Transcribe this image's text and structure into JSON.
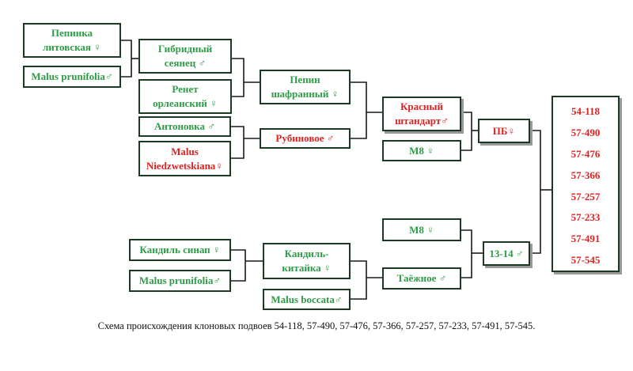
{
  "colors": {
    "green_text": "#2e9c47",
    "red_text": "#dd2222",
    "border": "#1a3a22",
    "line": "#1a1a1a"
  },
  "nodes": {
    "pepinka_litovskaya": {
      "lines": [
        "Пепинка",
        "литовская ♀"
      ],
      "color": "green"
    },
    "malus_prunifolia_1": {
      "lines": [
        "Malus prunifolia♂"
      ],
      "color": "green"
    },
    "gibridny_seyanets": {
      "lines": [
        "Гибридный",
        "сеянец ♂"
      ],
      "color": "green"
    },
    "renet_orleansky": {
      "lines": [
        "Ренет",
        "орлеанский ♀"
      ],
      "color": "green"
    },
    "antonovka": {
      "lines": [
        "Антоновка ♂"
      ],
      "color": "green"
    },
    "malus_niedzwetskiana": {
      "lines": [
        "Malus",
        "Niedzwetskiana♀"
      ],
      "color": "red"
    },
    "pepin_shafranny": {
      "lines": [
        "Пепин",
        "шафранный ♀"
      ],
      "color": "green"
    },
    "rubinovoe": {
      "lines": [
        "Рубиновое ♂"
      ],
      "color": "red"
    },
    "krasny_shtandart": {
      "lines": [
        "Красный",
        "штандарт♂"
      ],
      "color": "red"
    },
    "m8_1": {
      "lines": [
        "М8 ♀"
      ],
      "color": "green"
    },
    "pb": {
      "lines": [
        "ПБ♀"
      ],
      "color": "red"
    },
    "m8_2": {
      "lines": [
        "М8 ♀"
      ],
      "color": "green"
    },
    "kandil_sinap": {
      "lines": [
        "Кандиль синап ♀"
      ],
      "color": "green"
    },
    "malus_prunifolia_2": {
      "lines": [
        "Malus prunifolia♂"
      ],
      "color": "green"
    },
    "kandil_kitayka": {
      "lines": [
        "Кандиль-",
        "китайка ♀"
      ],
      "color": "green"
    },
    "malus_baccata": {
      "lines": [
        "Malus boccata♂"
      ],
      "color": "green"
    },
    "tayozhnoe": {
      "lines": [
        "Таёжное ♂"
      ],
      "color": "green"
    },
    "n13_14": {
      "lines": [
        "13-14 ♂"
      ],
      "color": "green"
    }
  },
  "clones": [
    "54-118",
    "57-490",
    "57-476",
    "57-366",
    "57-257",
    "57-233",
    "57-491",
    "57-545"
  ],
  "caption": "Схема происхождения клоновых подвоев 54-118, 57-490, 57-476, 57-366, 57-257, 57-233, 57-491, 57-545."
}
